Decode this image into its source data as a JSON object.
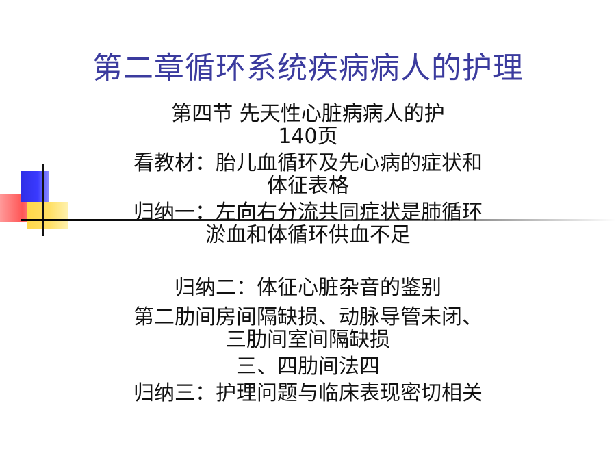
{
  "slide": {
    "title": "第二章循环系统疾病病人的护理",
    "lines": [
      "第四节 先天性心脏病病人的护",
      "140页",
      "看教材：胎儿血循环及先心病的症状和",
      "体征表格",
      "归纳一：左向右分流共同症状是肺循环",
      "淤血和体循环供血不足",
      "归纳二：体征心脏杂音的鉴别",
      "第二肋间房间隔缺损、动脉导管未闭、",
      "三肋间室间隔缺损",
      "三、四肋间法四",
      "归纳三：护理问题与临床表现密切相关"
    ]
  },
  "colors": {
    "title": "#3b3b9e",
    "text": "#111111",
    "logo_blue": "#3a3aff",
    "logo_yellow": "#ffe066",
    "logo_red": "#ff5555"
  }
}
